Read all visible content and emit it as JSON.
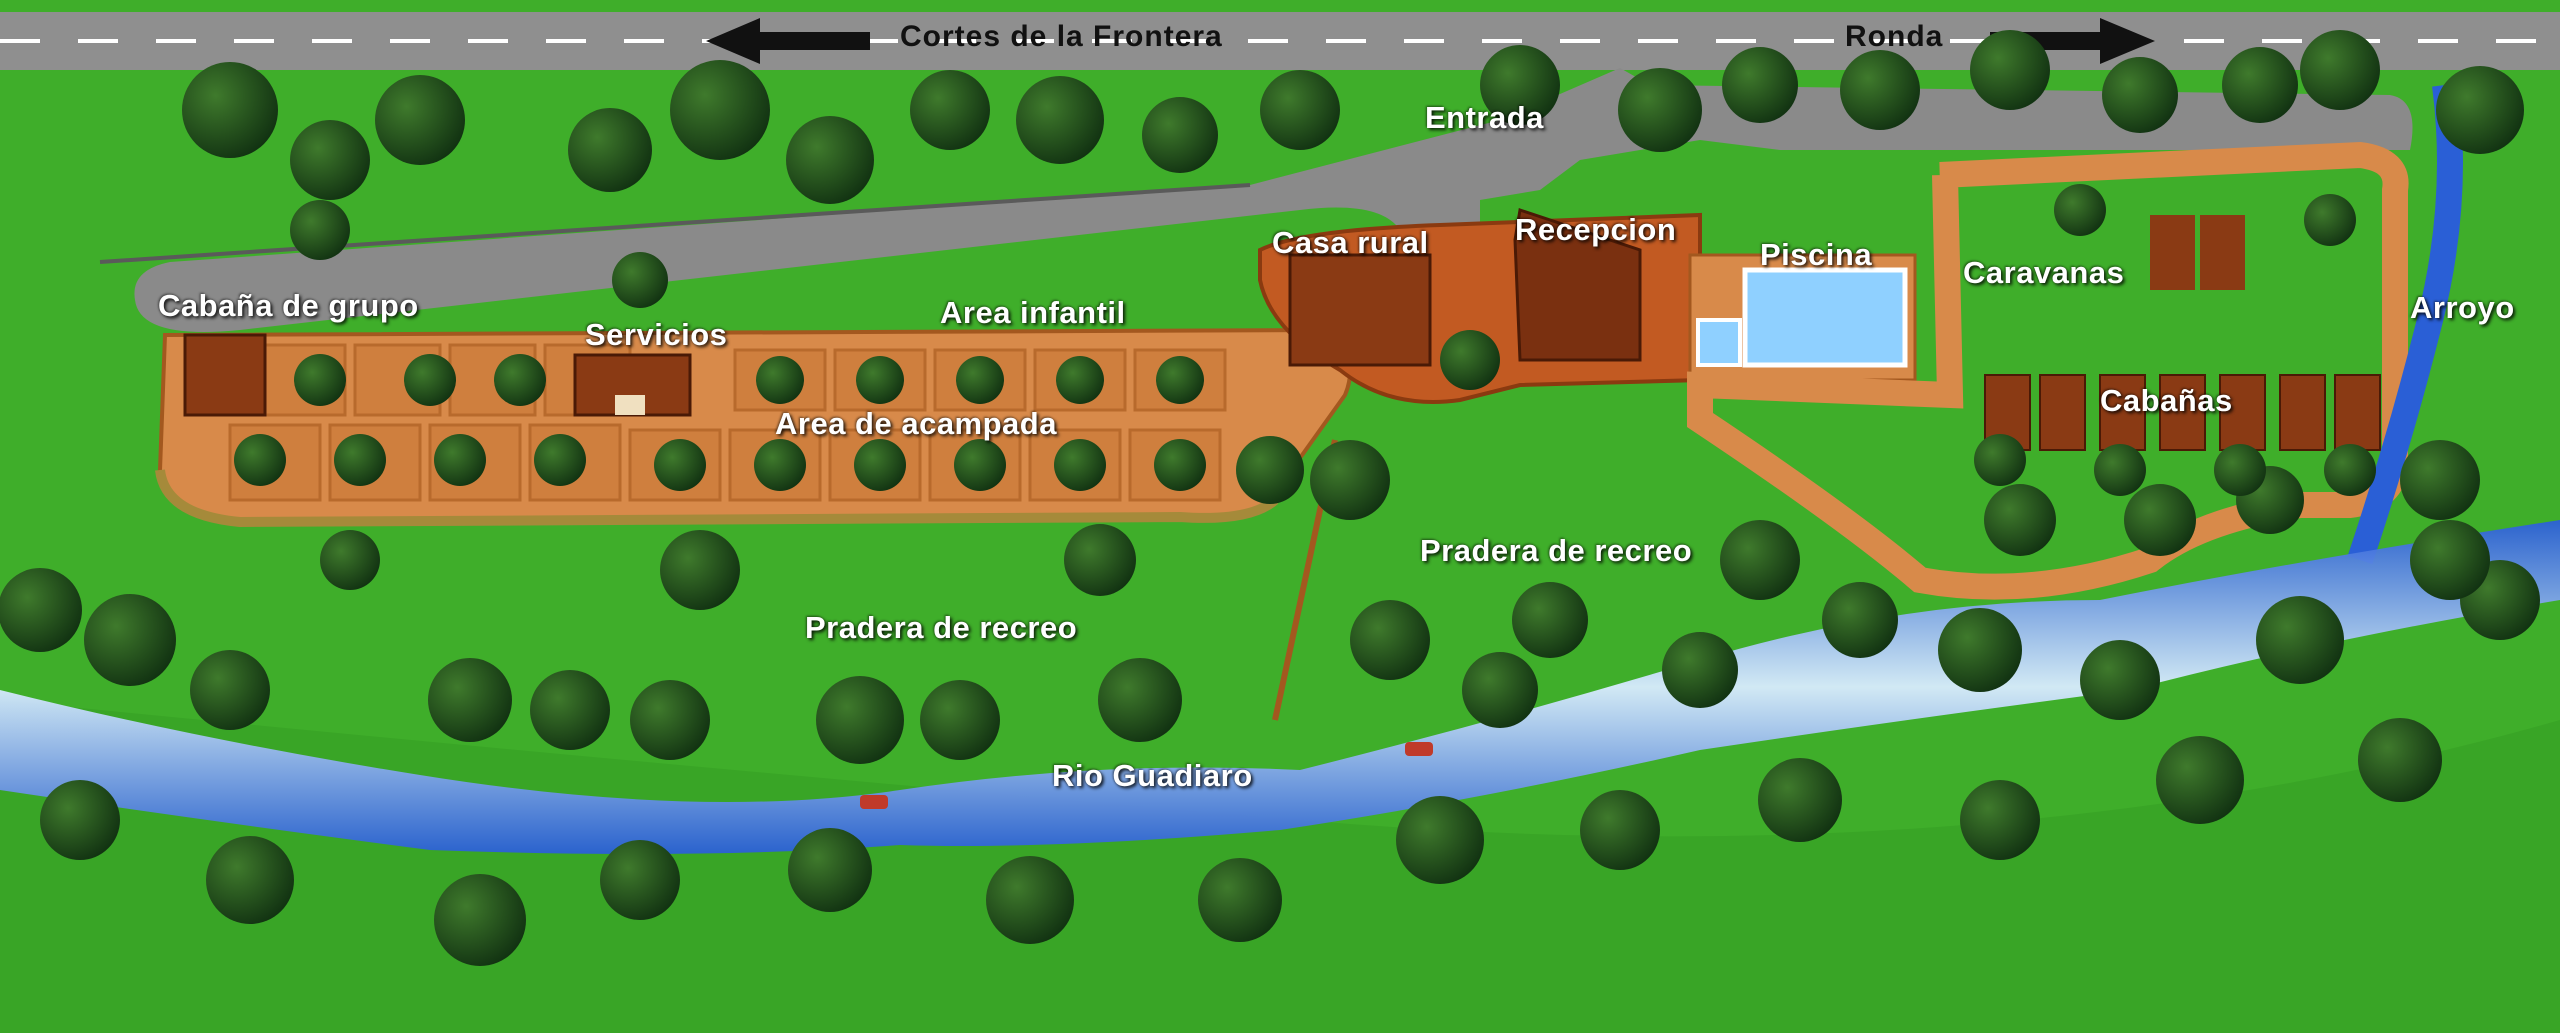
{
  "road": {
    "direction_left": "Cortes de la Frontera",
    "direction_right": "Ronda"
  },
  "labels": {
    "entrada": "Entrada",
    "cabana_grupo": "Cabaña de grupo",
    "servicios": "Servicios",
    "area_infantil": "Area infantil",
    "area_acampada": "Area de acampada",
    "casa_rural": "Casa rural",
    "recepcion": "Recepcion",
    "piscina": "Piscina",
    "caravanas": "Caravanas",
    "cabanas": "Cabañas",
    "arroyo": "Arroyo",
    "pradera_1": "Pradera de recreo",
    "pradera_2": "Pradera de recreo",
    "rio": "Rio Guadiaro"
  },
  "colors": {
    "grass": "#3fae2a",
    "grass_dark": "#2a8a1c",
    "road": "#8f8f8f",
    "path": "#d88a4a",
    "water": "#3a7de8",
    "water_light": "#cfe6ff",
    "pool": "#8fd0ff",
    "tree": "#1f4a1a",
    "roof": "#8a3a14"
  }
}
